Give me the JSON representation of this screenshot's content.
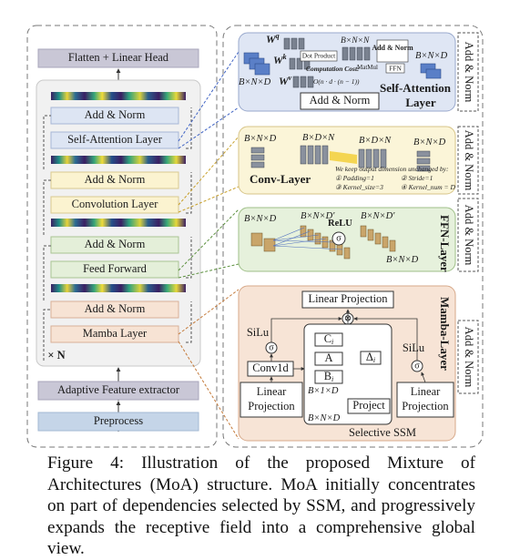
{
  "left_stack": {
    "head": "Flatten + Linear Head",
    "blocks": [
      {
        "norm": "Add & Norm",
        "layer": "Self-Attention Layer",
        "fill": "#dde5f3",
        "stroke": "#a7b6d6"
      },
      {
        "norm": "Add & Norm",
        "layer": "Convolution Layer",
        "fill": "#fbf3d0",
        "stroke": "#d9c98f"
      },
      {
        "norm": "Add & Norm",
        "layer": "Feed Forward",
        "fill": "#e4efd9",
        "stroke": "#a9c494"
      },
      {
        "norm": "Add & Norm",
        "layer": "Mamba Layer",
        "fill": "#f7e3d4",
        "stroke": "#d8b097"
      }
    ],
    "repeat": "× N",
    "feature_extractor": "Adaptive Feature extractor",
    "preprocess": "Preprocess"
  },
  "self_attention": {
    "title_line1": "Self-Attention",
    "title_line2": "Layer",
    "wq": "W",
    "wq_sup": "q",
    "wk": "W",
    "wk_sup": "k",
    "wv": "W",
    "wv_sup": "v",
    "dot_product": "Dot Product",
    "cost_label": "Computation Cost:",
    "cost_value": "O(n · d · (n − 1))",
    "bnn": "B×N×N",
    "bnd_in": "B×N×D",
    "bnd_out": "B×N×D",
    "matmul": "MatMul",
    "add_norm_inner": "Add & Norm",
    "ffn": "FFN",
    "add_norm": "Add & Norm"
  },
  "conv": {
    "title": "Conv-Layer",
    "t1": "B×N×D",
    "t2": "B×D×N",
    "t3": "B×D×N",
    "t4": "B×N×D",
    "note": "We keep output dimension unchanged by:",
    "n1": "① Padding=1",
    "n2": "② Stride=1",
    "n3": "③ Kernel_size=3",
    "n4": "④ Kernel_num = D"
  },
  "ffn": {
    "title": "FFN-Layer",
    "t1": "B×N×D",
    "t2": "B×N×D′",
    "t3": "B×N×D′",
    "t4": "B×N×D",
    "relu": "ReLU",
    "sigma": "σ"
  },
  "mamba": {
    "title": "Mamba-Layer",
    "linear_projection_top": "Linear Projection",
    "silu_left": "SiLu",
    "silu_right": "SiLu",
    "conv1d": "Conv1d",
    "c": "C",
    "c_sub": "i",
    "a": "A",
    "b": "B",
    "b_sub": "i",
    "delta": "Δ",
    "delta_sub": "i",
    "lp_left_1": "Linear",
    "lp_left_2": "Projection",
    "lp_right_1": "Linear",
    "lp_right_2": "Projection",
    "b1d": "B×1×D",
    "bnd": "B×N×D",
    "project": "Project",
    "selective_ssm": "Selective SSM",
    "times": "⊗",
    "sigma": "σ"
  },
  "side_labels": [
    "Add & Norm",
    "Add & Norm",
    "Add & Norm",
    "Add & Norm"
  ],
  "caption": "Figure 4: Illustration of the proposed Mixture of Architectures (MoA) structure. MoA initially concentrates on part of dependencies selected by SSM, and progressively expands the receptive field into a comprehensive global view."
}
